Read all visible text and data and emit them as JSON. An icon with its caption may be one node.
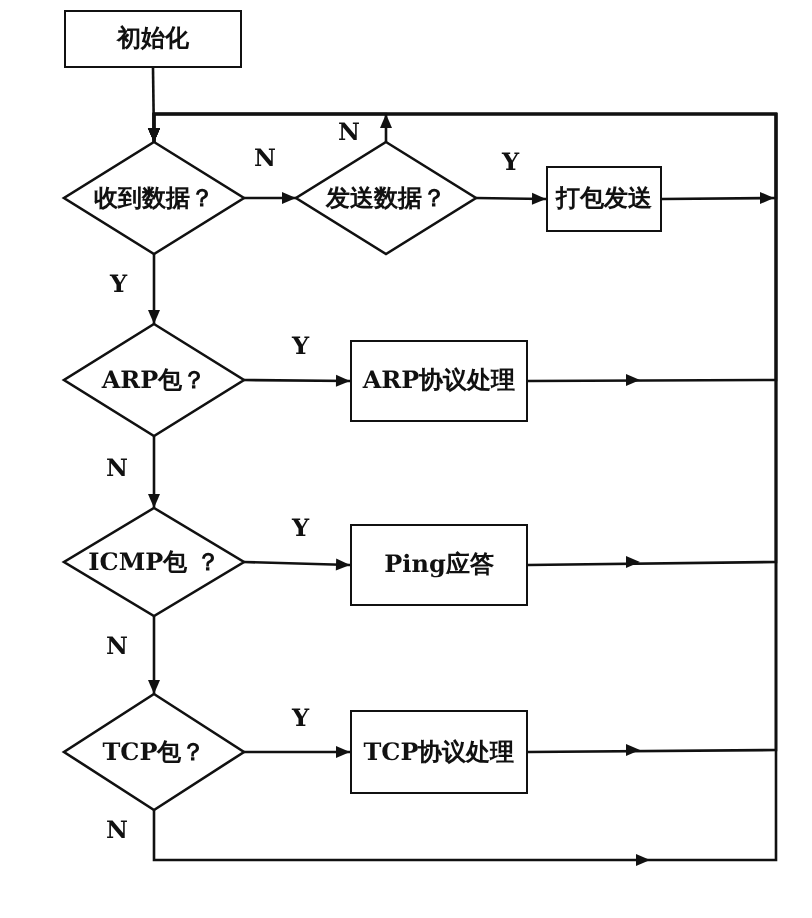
{
  "diagram": {
    "nodes": [
      {
        "text": [
          "初始化"
        ]
      },
      {
        "text": [
          "收到数据？"
        ]
      },
      {
        "text": [
          "发送数据？"
        ]
      },
      {
        "text": [
          "打包发送"
        ]
      },
      {
        "text": [
          "ARP包？"
        ]
      },
      {
        "text": [
          "ARP协议处理"
        ]
      },
      {
        "text": [
          "ICMP包 ？"
        ]
      },
      {
        "text": [
          "Ping应答"
        ]
      },
      {
        "text": [
          "TCP包？"
        ]
      },
      {
        "text": [
          "TCP协议处理"
        ]
      }
    ],
    "edges": [
      {
        "from": 0,
        "to": 1,
        "arrow": "to"
      },
      {
        "from": 1,
        "to": 2,
        "arrow": "to",
        "label": "N"
      },
      {
        "from": 2,
        "to": 3,
        "arrow": "to",
        "label": "Y"
      },
      {
        "from": 2,
        "to": 1,
        "arrow": "to",
        "label": "N"
      },
      {
        "from": 3,
        "to": 1,
        "arrow": "to"
      },
      {
        "from": 1,
        "to": 4,
        "arrow": "to",
        "label": "Y"
      },
      {
        "from": 4,
        "to": 5,
        "arrow": "to",
        "label": "Y"
      },
      {
        "from": 5,
        "to": 1,
        "arrow": "to"
      },
      {
        "from": 4,
        "to": 6,
        "arrow": "to",
        "label": "N"
      },
      {
        "from": 6,
        "to": 7,
        "arrow": "to",
        "label": "Y"
      },
      {
        "from": 7,
        "to": 1,
        "arrow": "to"
      },
      {
        "from": 6,
        "to": 8,
        "arrow": "to",
        "label": "N"
      },
      {
        "from": 8,
        "to": 9,
        "arrow": "to",
        "label": "Y"
      },
      {
        "from": 9,
        "to": 1,
        "arrow": "to"
      },
      {
        "from": 8,
        "to": 1,
        "arrow": "to",
        "label": "N"
      }
    ]
  }
}
